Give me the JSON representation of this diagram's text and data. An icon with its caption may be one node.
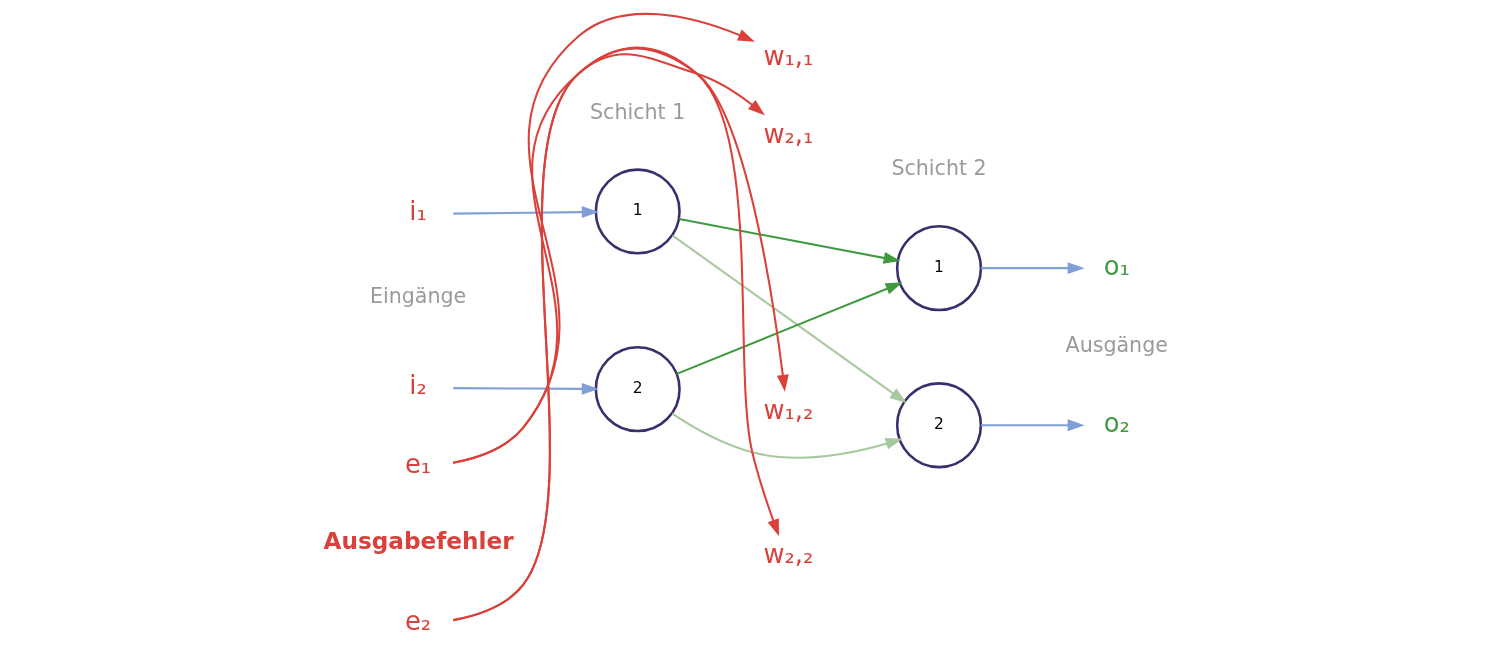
{
  "diagram": {
    "nodes": [
      {
        "text": [
          "i₁"
        ]
      },
      {
        "text": [
          "i₂"
        ]
      },
      {
        "text": [
          "1"
        ]
      },
      {
        "text": [
          "2"
        ]
      },
      {
        "text": [
          "1"
        ]
      },
      {
        "text": [
          "2"
        ]
      },
      {
        "text": [
          "o₁"
        ]
      },
      {
        "text": [
          "o₂"
        ]
      },
      {
        "text": [
          "e₁"
        ]
      },
      {
        "text": [
          "e₂"
        ]
      },
      {
        "text": [
          "w₁,₁"
        ]
      },
      {
        "text": [
          "w₂,₁"
        ]
      },
      {
        "text": [
          "w₁,₂"
        ]
      },
      {
        "text": [
          "w₂,₂"
        ]
      }
    ],
    "edges": [
      {
        "from": 0,
        "to": 2,
        "arrow": "to",
        "color": "#7f9fd6"
      },
      {
        "from": 1,
        "to": 3,
        "arrow": "to",
        "color": "#7f9fd6"
      },
      {
        "from": 2,
        "to": 4,
        "arrow": "to",
        "color": "#3f9a3f"
      },
      {
        "from": 2,
        "to": 5,
        "arrow": "to",
        "color": "#a8c8a0"
      },
      {
        "from": 3,
        "to": 4,
        "arrow": "to",
        "color": "#3f9a3f"
      },
      {
        "from": 3,
        "to": 5,
        "arrow": "to",
        "color": "#a8c8a0"
      },
      {
        "from": 4,
        "to": 6,
        "arrow": "to",
        "color": "#7f9fd6"
      },
      {
        "from": 5,
        "to": 7,
        "arrow": "to",
        "color": "#7f9fd6"
      },
      {
        "from": 8,
        "to": 10,
        "arrow": "to",
        "color": "#d9413a"
      },
      {
        "from": 8,
        "to": 11,
        "arrow": "to",
        "color": "#d9413a"
      },
      {
        "from": 9,
        "to": 12,
        "arrow": "to",
        "color": "#d9413a"
      },
      {
        "from": 9,
        "to": 13,
        "arrow": "to",
        "color": "#d9413a"
      }
    ],
    "labels": [
      "Schicht 1",
      "Schicht 2",
      "Eingänge",
      "Ausgänge",
      "Ausgabefehler"
    ]
  }
}
